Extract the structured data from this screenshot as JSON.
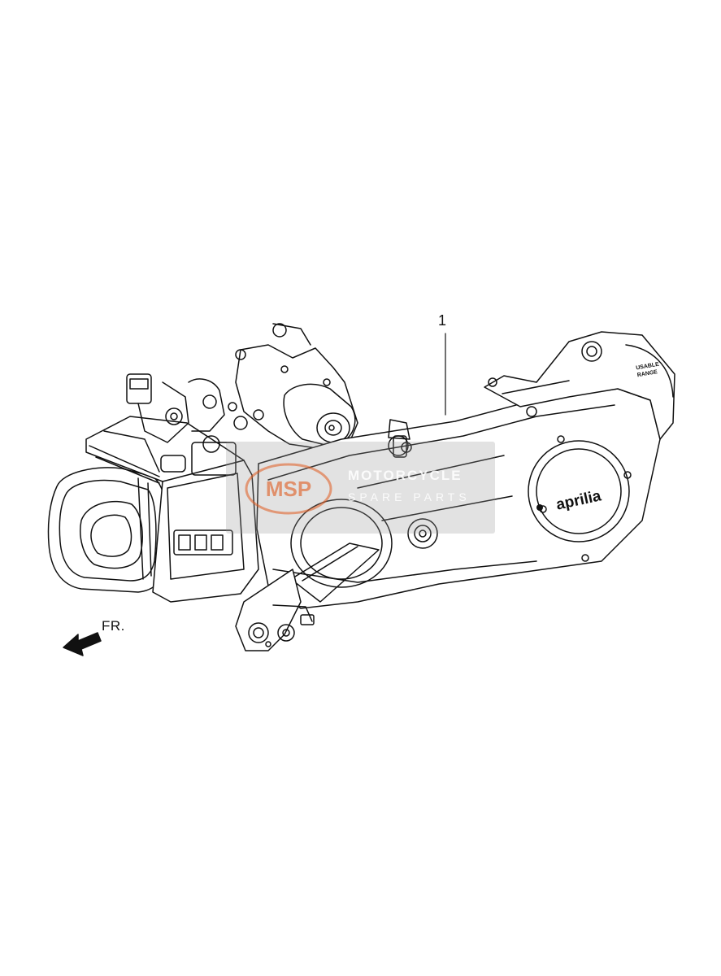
{
  "diagram": {
    "callout_number": "1",
    "front_direction_label": "FR.",
    "brand_logo_text": "aprilia",
    "scale_label_line1": "USABLE",
    "scale_label_line2": "RANGE"
  },
  "watermark": {
    "title": "MOTORCYCLE",
    "subtitle": "SPARE PARTS",
    "logo_text": "MSP"
  },
  "colors": {
    "line": "#111111",
    "background": "#ffffff",
    "watermark_box": "#969696",
    "watermark_logo": "#e05a1e"
  }
}
